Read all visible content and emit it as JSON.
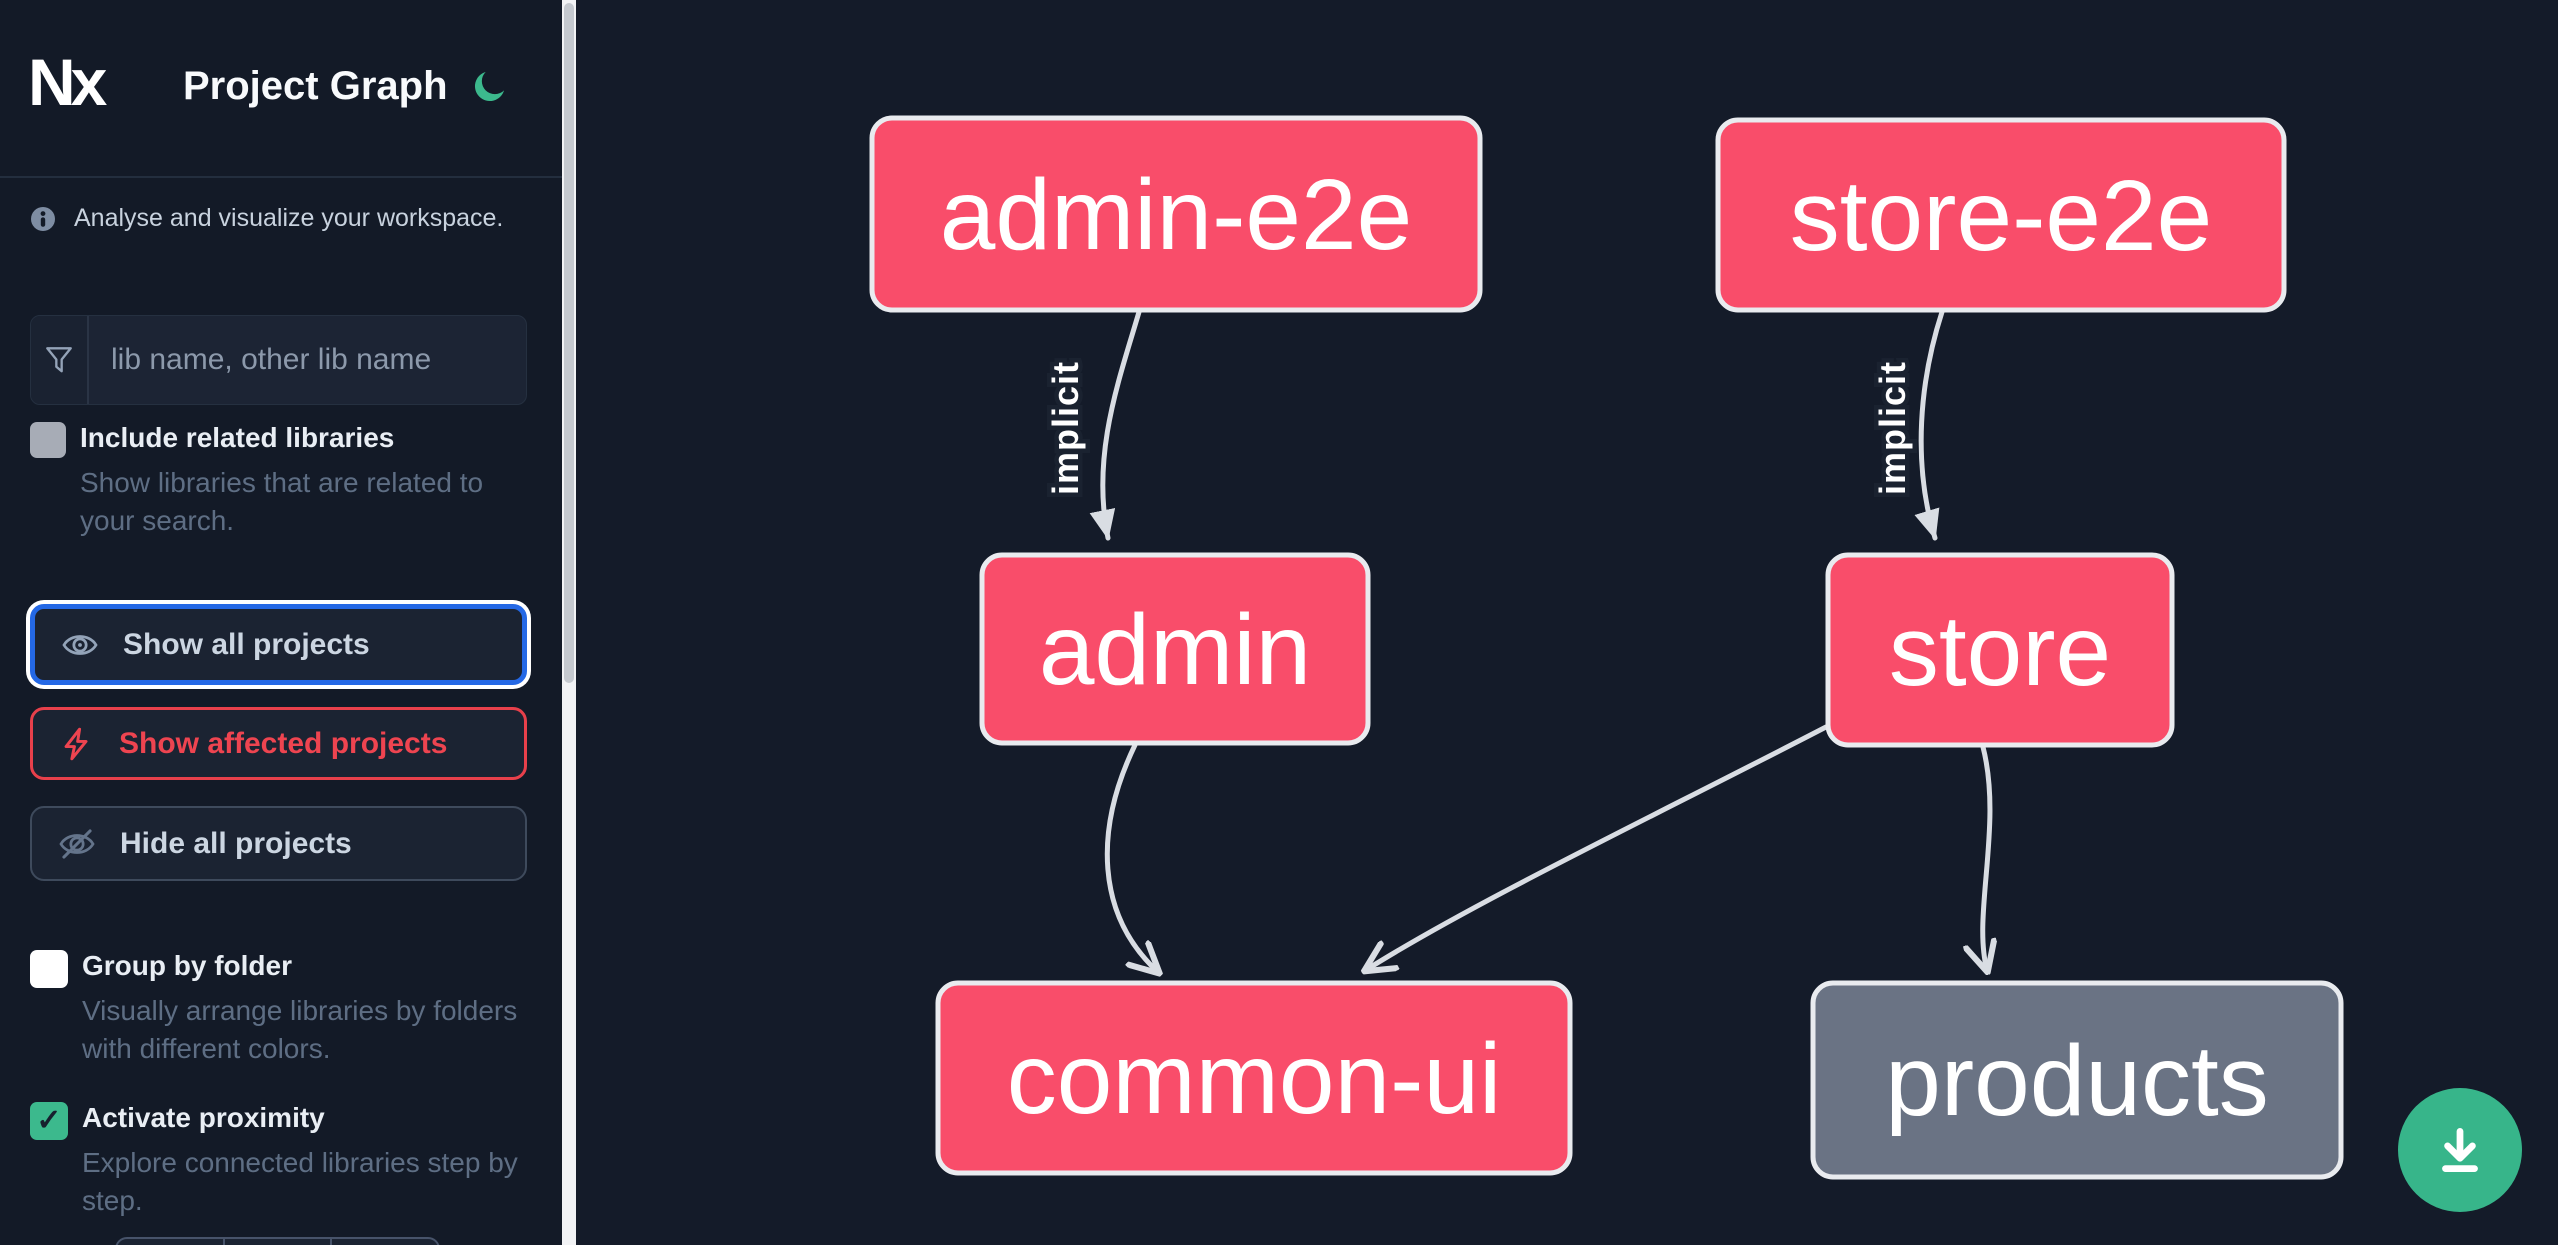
{
  "app": {
    "logo_text": "Nx",
    "title": "Project Graph"
  },
  "sidebar": {
    "tagline": "Analyse and visualize your workspace.",
    "search": {
      "placeholder": "lib name, other lib name",
      "value": ""
    },
    "checkboxes": [
      {
        "label": "Include related libraries",
        "description": "Show libraries that are related to your search.",
        "checked": false,
        "state": "disabled"
      },
      {
        "label": "Group by folder",
        "description": "Visually arrange libraries by folders with different colors.",
        "checked": false,
        "state": "enabled"
      },
      {
        "label": "Activate proximity",
        "description": "Explore connected libraries step by step.",
        "checked": true,
        "state": "enabled"
      }
    ],
    "buttons": [
      {
        "label": "Show all projects",
        "state": "focused"
      },
      {
        "label": "Show affected projects",
        "state": "affected"
      },
      {
        "label": "Hide all projects",
        "state": "default"
      }
    ]
  },
  "graph": {
    "nodes": [
      {
        "id": "admin-e2e",
        "label": "admin-e2e",
        "type": "affected"
      },
      {
        "id": "store-e2e",
        "label": "store-e2e",
        "type": "affected"
      },
      {
        "id": "admin",
        "label": "admin",
        "type": "affected"
      },
      {
        "id": "store",
        "label": "store",
        "type": "affected"
      },
      {
        "id": "common-ui",
        "label": "common-ui",
        "type": "affected"
      },
      {
        "id": "products",
        "label": "products",
        "type": "unaffected"
      }
    ],
    "edges": [
      {
        "source": "admin-e2e",
        "target": "admin",
        "label": "implicit"
      },
      {
        "source": "store-e2e",
        "target": "store",
        "label": "implicit"
      },
      {
        "source": "admin",
        "target": "common-ui",
        "label": ""
      },
      {
        "source": "store",
        "target": "common-ui",
        "label": ""
      },
      {
        "source": "store",
        "target": "products",
        "label": ""
      }
    ]
  },
  "icons": {
    "check": "✓"
  },
  "colors": {
    "background": "#141b29",
    "node_affected": "#f94d6a",
    "node_unaffected": "#6a7384",
    "node_border": "#e9ebef",
    "edge": "#d9dde3",
    "accent_green": "#3cb98d",
    "focus_blue": "#2468e5",
    "affected_red": "#ee4450"
  }
}
